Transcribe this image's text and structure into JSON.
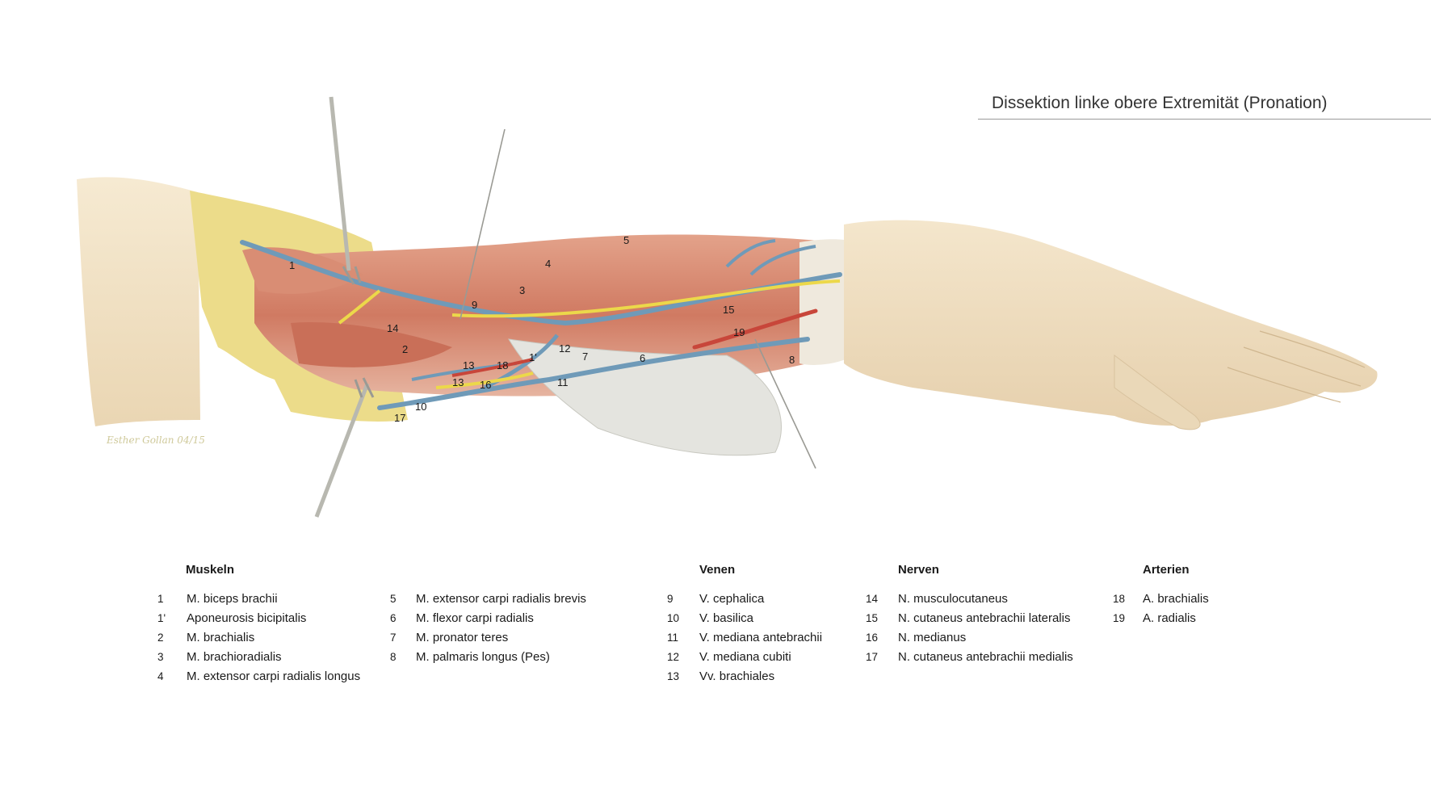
{
  "title": "Dissektion linke obere Extremität (Pronation)",
  "signature": "Esther Gollan 04/15",
  "colors": {
    "skin": "#f1e3c8",
    "fat": "#ecdc8a",
    "muscle": "#d2826a",
    "vein": "#6f9ab8",
    "nerve": "#ecd84a",
    "artery": "#c8463a",
    "fascia": "#e4e4df"
  },
  "labels": [
    {
      "text": "1"
    },
    {
      "text": "1'"
    },
    {
      "text": "2"
    },
    {
      "text": "3"
    },
    {
      "text": "4"
    },
    {
      "text": "5"
    },
    {
      "text": "6"
    },
    {
      "text": "7"
    },
    {
      "text": "8"
    },
    {
      "text": "9"
    },
    {
      "text": "10"
    },
    {
      "text": "11"
    },
    {
      "text": "12"
    },
    {
      "text": "13"
    },
    {
      "text": "13"
    },
    {
      "text": "14"
    },
    {
      "text": "15"
    },
    {
      "text": "16"
    },
    {
      "text": "17"
    },
    {
      "text": "18"
    },
    {
      "text": "19"
    }
  ],
  "legend": {
    "muskeln": {
      "heading": "Muskeln",
      "items": [
        {
          "num": "1",
          "term": "M. biceps brachii"
        },
        {
          "num": "1'",
          "term": "Aponeurosis bicipitalis"
        },
        {
          "num": "2",
          "term": "M. brachialis"
        },
        {
          "num": "3",
          "term": "M. brachioradialis"
        },
        {
          "num": "4",
          "term": "M. extensor carpi radialis longus"
        },
        {
          "num": "5",
          "term": "M. extensor carpi radialis brevis"
        },
        {
          "num": "6",
          "term": "M. flexor carpi radialis"
        },
        {
          "num": "7",
          "term": "M. pronator teres"
        },
        {
          "num": "8",
          "term": "M. palmaris longus (Pes)"
        }
      ]
    },
    "venen": {
      "heading": "Venen",
      "items": [
        {
          "num": "9",
          "term": "V. cephalica"
        },
        {
          "num": "10",
          "term": "V. basilica"
        },
        {
          "num": "11",
          "term": "V. mediana antebrachii"
        },
        {
          "num": "12",
          "term": "V. mediana cubiti"
        },
        {
          "num": "13",
          "term": "Vv. brachiales"
        }
      ]
    },
    "nerven": {
      "heading": "Nerven",
      "items": [
        {
          "num": "14",
          "term": "N. musculocutaneus"
        },
        {
          "num": "15",
          "term": "N. cutaneus antebrachii lateralis"
        },
        {
          "num": "16",
          "term": "N. medianus"
        },
        {
          "num": "17",
          "term": "N. cutaneus antebrachii medialis"
        }
      ]
    },
    "arterien": {
      "heading": "Arterien",
      "items": [
        {
          "num": "18",
          "term": "A. brachialis"
        },
        {
          "num": "19",
          "term": "A. radialis"
        }
      ]
    }
  }
}
